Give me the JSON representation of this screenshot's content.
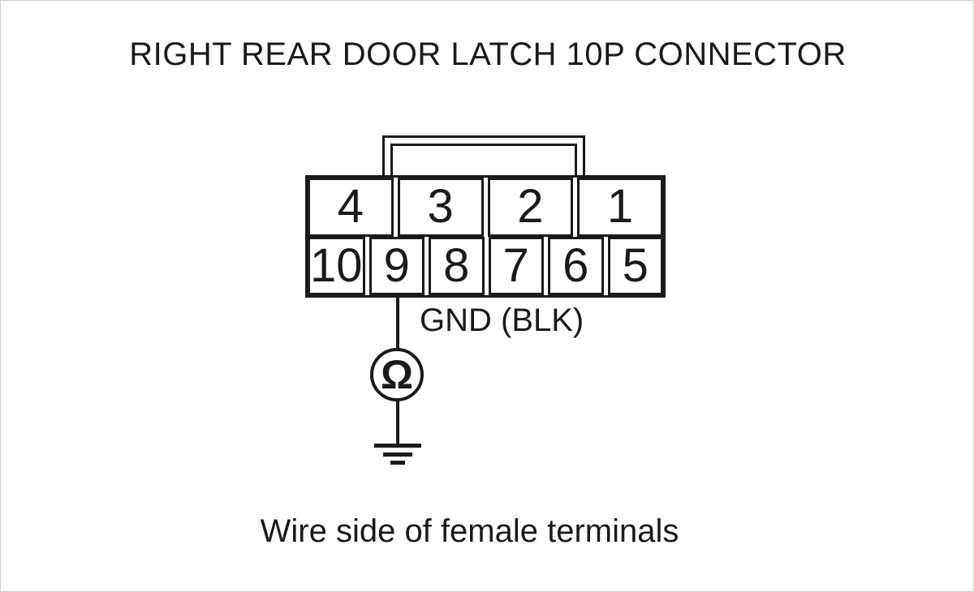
{
  "title": "RIGHT REAR DOOR LATCH 10P CONNECTOR",
  "caption": "Wire side of female terminals",
  "connector": {
    "top_row_pins": [
      "4",
      "3",
      "2",
      "1"
    ],
    "bottom_row_pins": [
      "10",
      "9",
      "8",
      "7",
      "6",
      "5"
    ]
  },
  "wire": {
    "label": "GND (BLK)",
    "from_pin": "9"
  },
  "symbols": {
    "ohm": "Ω",
    "ohmmeter_icon": "ohmmeter-icon",
    "ground_icon": "ground-icon"
  },
  "colors": {
    "line": "#1a1a1a",
    "background": "#ffffff"
  }
}
